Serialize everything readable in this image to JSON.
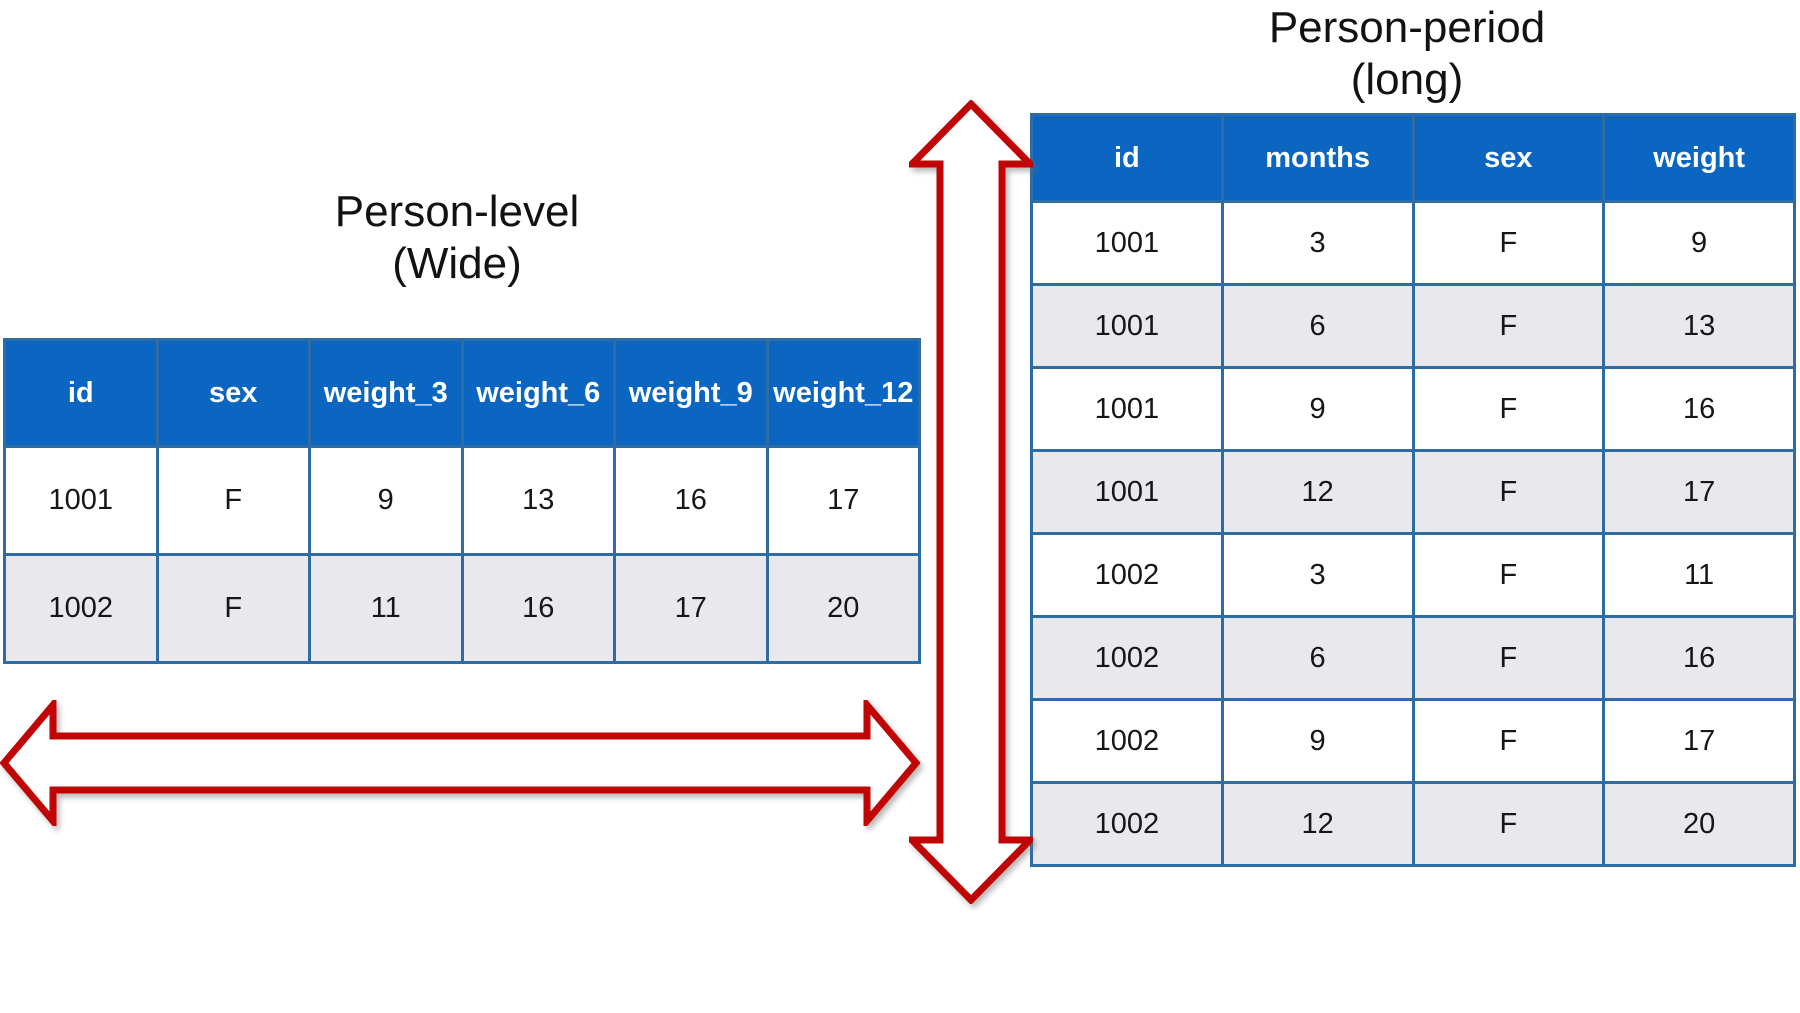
{
  "colors": {
    "header_blue": "#0b66c2",
    "border_inner": "#2e6ca6",
    "border_outer": "#1f4e79",
    "row_alt": "#e8e8ed",
    "arrow_red": "#c00504",
    "title_text": "#121212",
    "header_text": "#ffffff"
  },
  "wide_table": {
    "title_line1": "Person-level",
    "title_line2": "(Wide)",
    "headers": [
      "id",
      "sex",
      "weight_3",
      "weight_6",
      "weight_9",
      "weight_12"
    ],
    "rows": [
      [
        "1001",
        "F",
        "9",
        "13",
        "16",
        "17"
      ],
      [
        "1002",
        "F",
        "11",
        "16",
        "17",
        "20"
      ]
    ]
  },
  "long_table": {
    "title_line1": "Person-period",
    "title_line2": "(long)",
    "headers": [
      "id",
      "months",
      "sex",
      "weight"
    ],
    "rows": [
      [
        "1001",
        "3",
        "F",
        "9"
      ],
      [
        "1001",
        "6",
        "F",
        "13"
      ],
      [
        "1001",
        "9",
        "F",
        "16"
      ],
      [
        "1001",
        "12",
        "F",
        "17"
      ],
      [
        "1002",
        "3",
        "F",
        "11"
      ],
      [
        "1002",
        "6",
        "F",
        "16"
      ],
      [
        "1002",
        "9",
        "F",
        "17"
      ],
      [
        "1002",
        "12",
        "F",
        "20"
      ]
    ]
  },
  "icons": {
    "horizontal_arrow": "double-headed-horizontal-arrow",
    "vertical_arrow": "double-headed-vertical-arrow"
  }
}
